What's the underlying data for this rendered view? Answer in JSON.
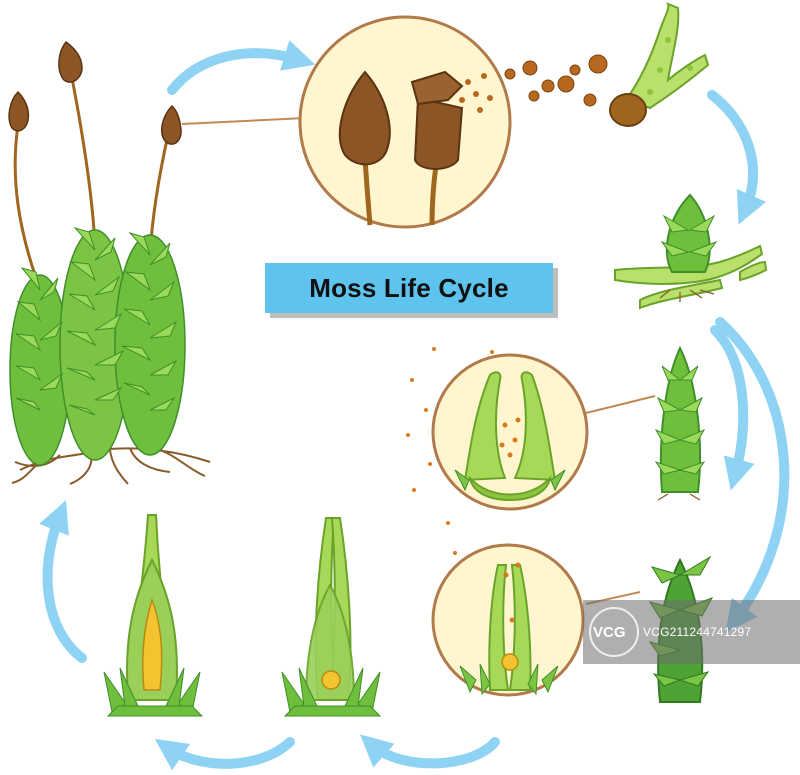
{
  "title": "Moss Life Cycle",
  "colors": {
    "arrow": "#8fd3f4",
    "title_bg": "#5ec4ee",
    "leaf_light": "#8fd14a",
    "leaf_dark": "#3f9b2c",
    "stalk": "#b36a1e",
    "capsule": "#8b5525",
    "circle_bg": "#fff6cf",
    "circle_border": "#b07a4a",
    "spore": "#c06a1a",
    "protonema": "#b8e06a"
  },
  "watermark": {
    "brand": "VCG",
    "id": "VCG211244741297"
  },
  "stages": [
    {
      "name": "mature-moss-plant",
      "icon": "moss-plant-icon"
    },
    {
      "name": "sporangium-zoom",
      "icon": "sporangium-icon"
    },
    {
      "name": "spore-germination",
      "icon": "germinating-spore-icon"
    },
    {
      "name": "protonema",
      "icon": "protonema-icon"
    },
    {
      "name": "male-gametophyte",
      "icon": "male-gametophyte-icon"
    },
    {
      "name": "antheridium-zoom",
      "icon": "antheridium-icon"
    },
    {
      "name": "female-gametophyte",
      "icon": "female-gametophyte-icon"
    },
    {
      "name": "archegonium-zoom",
      "icon": "archegonium-icon"
    },
    {
      "name": "fertilized-archegonium",
      "icon": "archegonium-egg-icon"
    },
    {
      "name": "young-sporophyte",
      "icon": "young-sporophyte-icon"
    }
  ]
}
